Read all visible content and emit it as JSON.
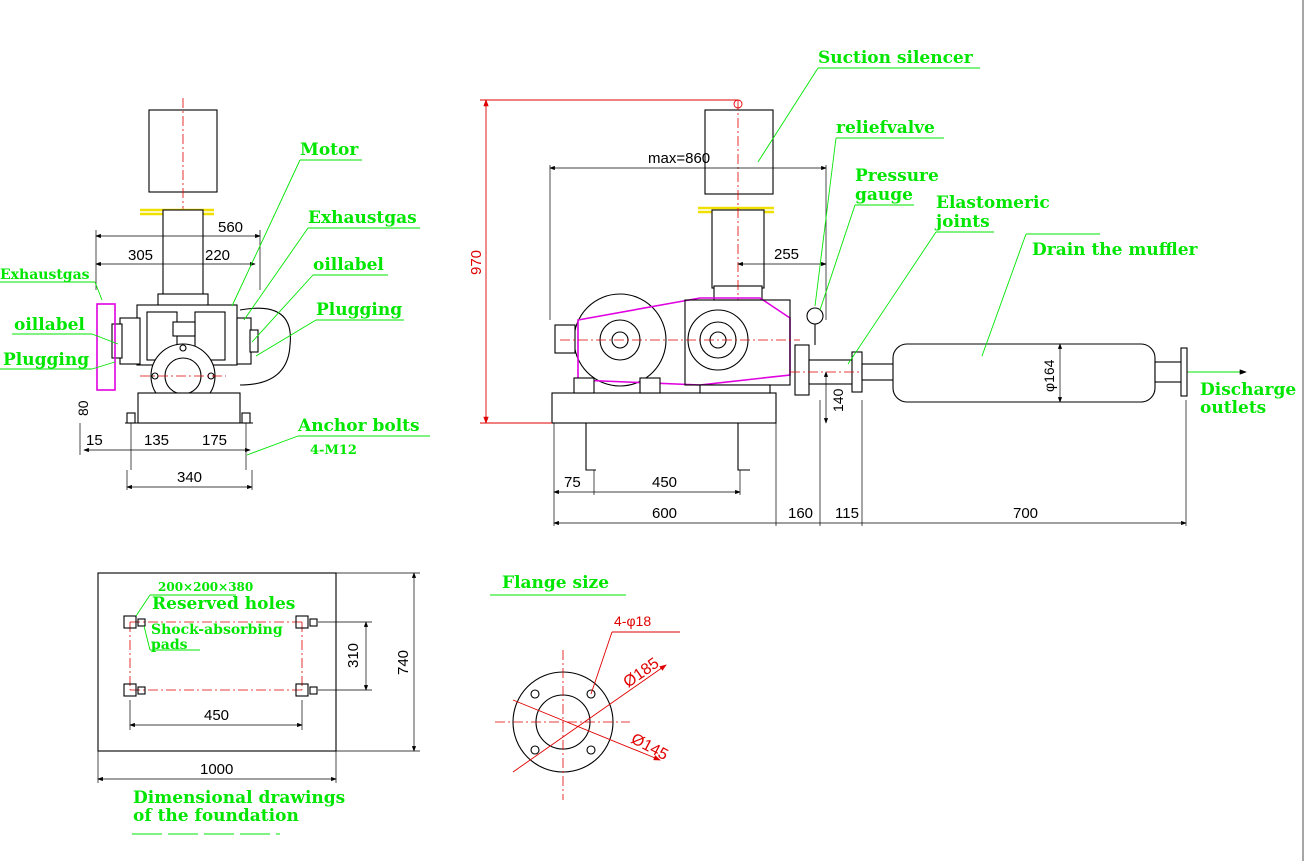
{
  "labels": {
    "motor": "Motor",
    "exhaustgas_main": "Exhaustgas",
    "exhaustgas_left": "Exhaustgas",
    "oillabel_main": "oillabel",
    "oillabel_left": "oillabel",
    "plugging_main": "Plugging",
    "plugging_left": "Plugging",
    "anchor_bolts": "Anchor bolts",
    "anchor_spec": "4-M12",
    "suction_silencer": "Suction silencer",
    "relief_valve": "reliefvalve",
    "pressure_gauge_1": "Pressure",
    "pressure_gauge_2": "gauge",
    "elastomeric_1": "Elastomeric",
    "elastomeric_2": "joints",
    "drain_muffler": "Drain the muffler",
    "discharge_1": "Discharge",
    "discharge_2": "outlets",
    "reserved_holes": "Reserved holes",
    "hole_size": "200×200×380",
    "shock_pads_1": "Shock-absorbing",
    "shock_pads_2": "pads",
    "flange_size": "Flange size",
    "foundation_1": "Dimensional drawings",
    "foundation_2": "of the foundation"
  },
  "front_view": {
    "d560": "560",
    "d305": "305",
    "d220": "220",
    "d80": "80",
    "d15": "15",
    "d135": "135",
    "d175": "175",
    "d340": "340"
  },
  "side_view": {
    "max860": "max=860",
    "d970": "970",
    "d255": "255",
    "d164": "φ164",
    "d140": "140",
    "d75": "75",
    "d450": "450",
    "d600": "600",
    "d160": "160",
    "d115": "115",
    "d700": "700"
  },
  "foundation": {
    "d310": "310",
    "d740": "740",
    "d450": "450",
    "d1000": "1000"
  },
  "flange": {
    "holes": "4-φ18",
    "d185": "Ø185",
    "d145": "Ø145"
  },
  "colors": {
    "label": "#00e600",
    "dimension_red": "#e00000",
    "belt": "#e000e0",
    "lines": "#000000"
  }
}
